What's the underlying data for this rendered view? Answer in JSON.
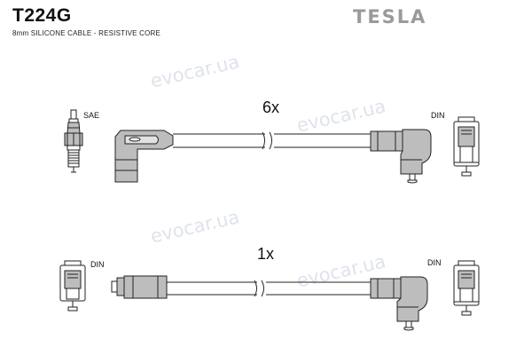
{
  "header": {
    "part_number": "T224G",
    "description": "8mm SILICONE CABLE - RESISTIVE CORE",
    "brand": "TESLA"
  },
  "watermark": {
    "text": "evocar.ua",
    "color": "#dfe3ec"
  },
  "cables": [
    {
      "quantity": "6x",
      "left_end": "SAE",
      "right_end": "DIN"
    },
    {
      "quantity": "1x",
      "left_end": "DIN",
      "right_end": "DIN"
    }
  ],
  "colors": {
    "line": "#222222",
    "component_fill": "#bdbdbd",
    "brand_gray": "#9a9a9a"
  }
}
